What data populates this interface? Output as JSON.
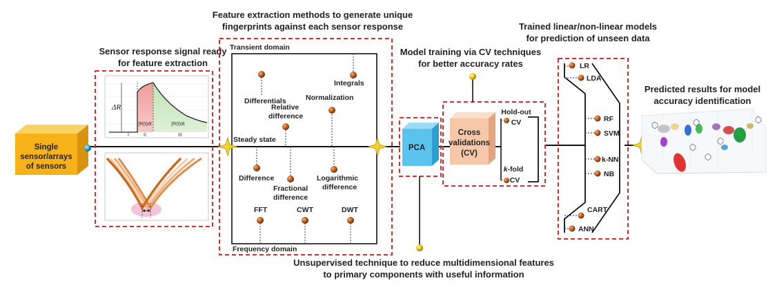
{
  "titles": {
    "sensor_response": [
      "Sensor response signal ready",
      "for feature extraction"
    ],
    "feature_extraction": [
      "Feature extraction methods to generate unique",
      "fingerprints against each sensor response"
    ],
    "model_training": [
      "Model training via CV techniques",
      "for better accuracy rates"
    ],
    "trained_models": [
      "Trained linear/non-linear models",
      "for prediction of unseen data"
    ],
    "predicted_results": [
      "Predicted results for model",
      "accuracy identification"
    ],
    "unsupervised": [
      "Unsupervised technique to reduce multidimensional features",
      "to primary components with useful information"
    ]
  },
  "input_box": [
    "Single",
    "sensor/arrays",
    "of sensors"
  ],
  "sensor_plot": {
    "y_label": "ΔR",
    "regions": [
      "I",
      "II",
      "III"
    ],
    "integral_labels": [
      "∫R(t)dt",
      "∫R(t)dt"
    ]
  },
  "feature_methods": {
    "transient_domain": "Transient domain",
    "frequency_domain": "Frequency domain",
    "steady_state": "Steady state",
    "differentials": "Differentials",
    "integrals": "Integrals",
    "normalization": "Normalization",
    "relative_difference": [
      "Relative",
      "difference"
    ],
    "difference": "Difference",
    "fractional_difference": [
      "Fractional",
      "difference"
    ],
    "logarithmic_difference": [
      "Logarithmic",
      "difference"
    ],
    "fft": "FFT",
    "cwt": "CWT",
    "dwt": "DWT"
  },
  "pca": "PCA",
  "cross_validation": {
    "box": [
      "Cross",
      "validations",
      "(CV)"
    ],
    "holdout": [
      "Hold-out",
      "CV"
    ],
    "kfold_k": "k",
    "kfold_rest": "-fold",
    "kfold_cv": "CV"
  },
  "models": [
    "LR",
    "LDA",
    "RF",
    "SVM",
    "k-NN",
    "NB",
    "CART",
    "ANN"
  ],
  "colors": {
    "dashed_border": "#d62d2d",
    "input_box": "#f7b21a",
    "pca_box": "#5cc3ef",
    "cv_box": "#f6c7a9",
    "node": "#b8561a",
    "star": "#f2d22e"
  }
}
